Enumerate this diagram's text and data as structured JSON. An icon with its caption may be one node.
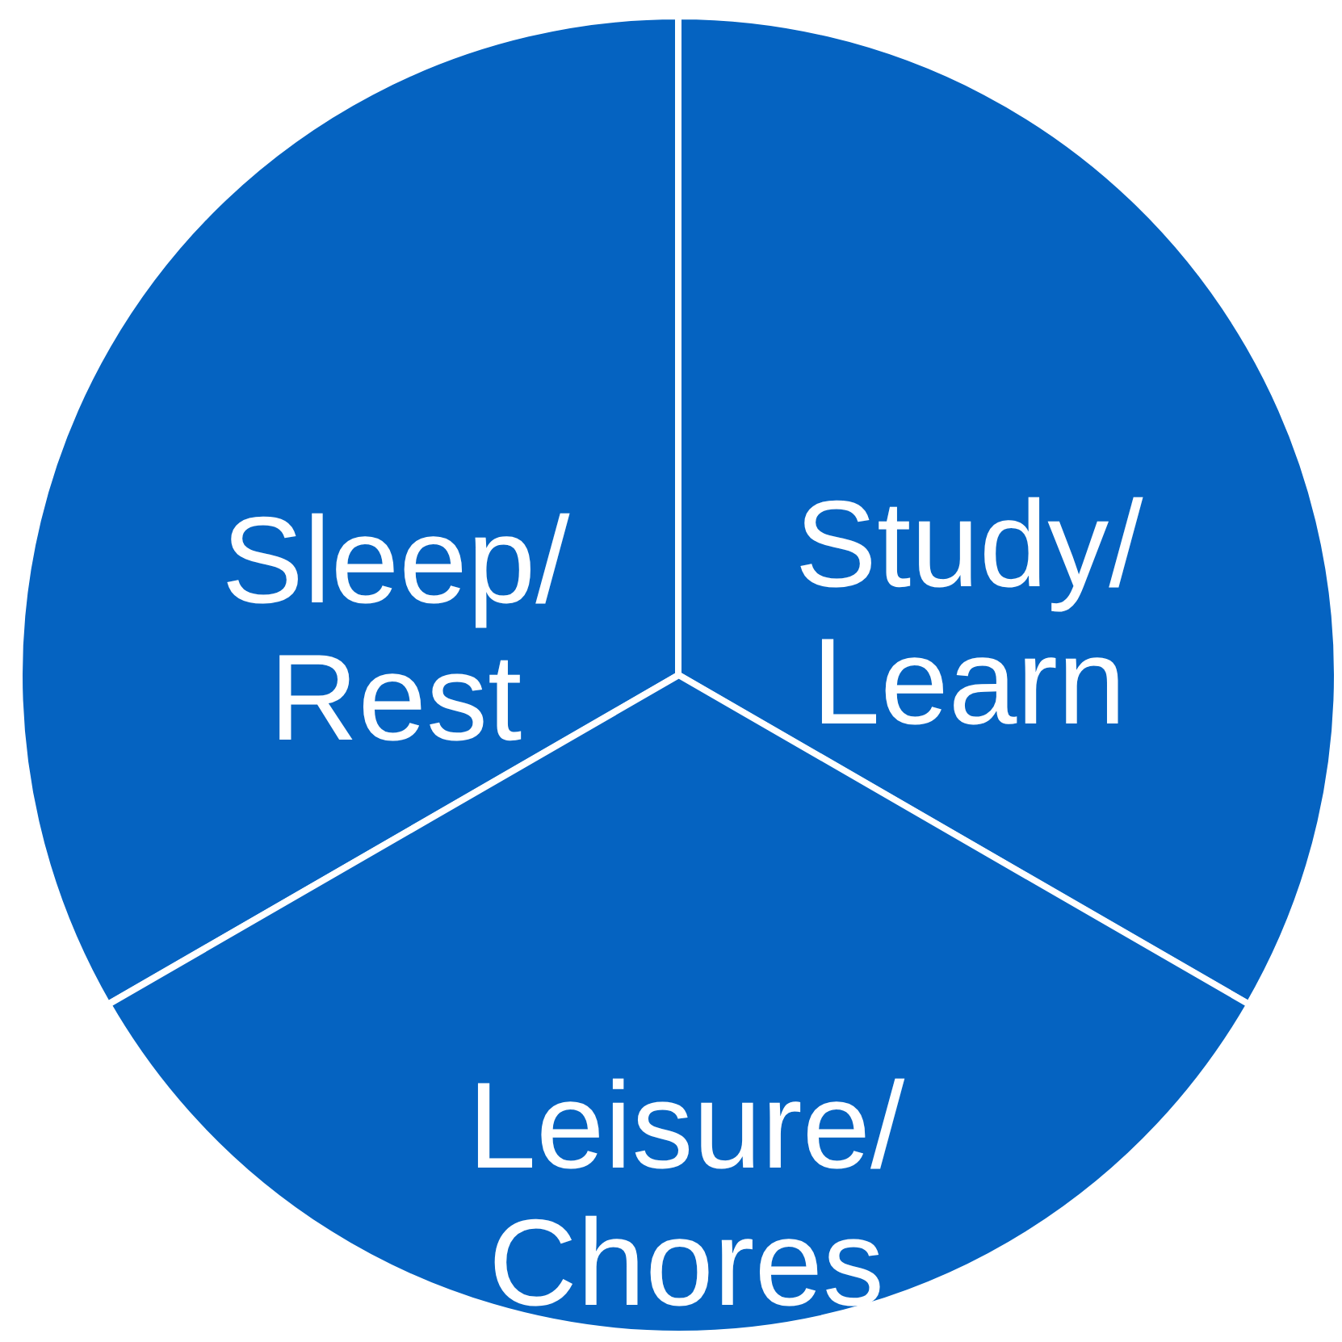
{
  "diagram": {
    "nodes": [
      {
        "text": [
          "Sleep/ Rest"
        ]
      },
      {
        "text": [
          "Study/ Learn"
        ]
      },
      {
        "text": [
          "Leisure/ Chores"
        ]
      }
    ]
  }
}
